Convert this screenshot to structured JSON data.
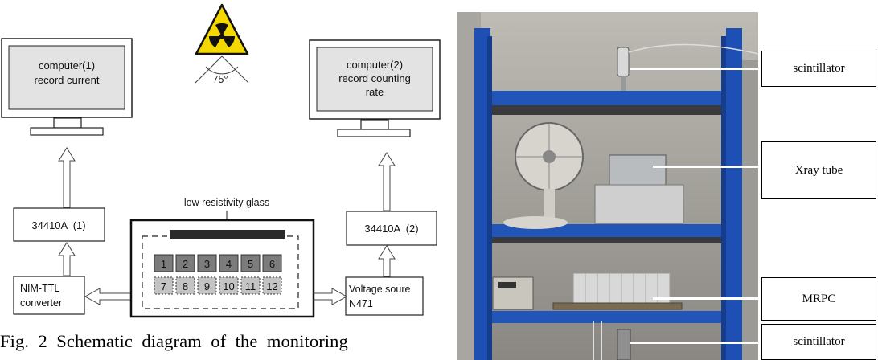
{
  "diagram": {
    "computer1": [
      "computer(1)",
      "record current"
    ],
    "computer2": [
      "computer(2)",
      "record counting",
      "rate"
    ],
    "angle": "75°",
    "meter1": "34410A  (1)",
    "meter2": "34410A  (2)",
    "converter": [
      "NIM-TTL",
      "converter"
    ],
    "voltage": [
      "Voltage soure",
      "N471"
    ],
    "glass_label": "low resistivity glass",
    "pads_top": [
      "1",
      "2",
      "3",
      "4",
      "5",
      "6"
    ],
    "pads_bottom": [
      "7",
      "8",
      "9",
      "10",
      "11",
      "12"
    ]
  },
  "caption": "Fig.  2  Schematic  diagram  of  the  monitoring",
  "photo_labels": {
    "scintillator_top": "scintillator",
    "xray_tube": "Xray tube",
    "mrpc": "MRPC",
    "scintillator_bottom": "scintillator"
  },
  "colors": {
    "hazard_yellow": "#f5d800",
    "rack_blue": "#1e4fb4",
    "screen_gray": "#e3e3e3",
    "pad_dark": "#7c7c7c",
    "pad_light": "#c4c4c4"
  }
}
